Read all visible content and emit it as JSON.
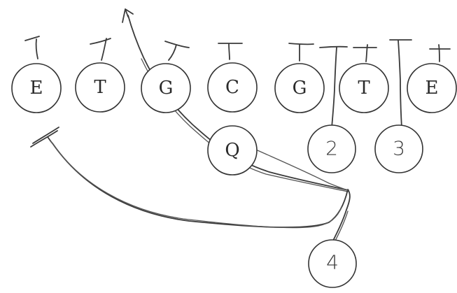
{
  "diagram": {
    "ink_color": "#333333",
    "background": "#ffffff",
    "players": [
      {
        "id": "e-left",
        "label": "E",
        "style": "letter"
      },
      {
        "id": "t-left",
        "label": "T",
        "style": "letter"
      },
      {
        "id": "g-left",
        "label": "G",
        "style": "letter"
      },
      {
        "id": "c",
        "label": "C",
        "style": "letter"
      },
      {
        "id": "g-right",
        "label": "G",
        "style": "letter"
      },
      {
        "id": "t-right",
        "label": "T",
        "style": "letter"
      },
      {
        "id": "e-right",
        "label": "E",
        "style": "letter"
      },
      {
        "id": "q",
        "label": "Q",
        "style": "letter"
      },
      {
        "id": "back-2",
        "label": "2",
        "style": "number"
      },
      {
        "id": "back-3",
        "label": "3",
        "style": "number"
      },
      {
        "id": "back-4",
        "label": "4",
        "style": "number"
      }
    ]
  }
}
